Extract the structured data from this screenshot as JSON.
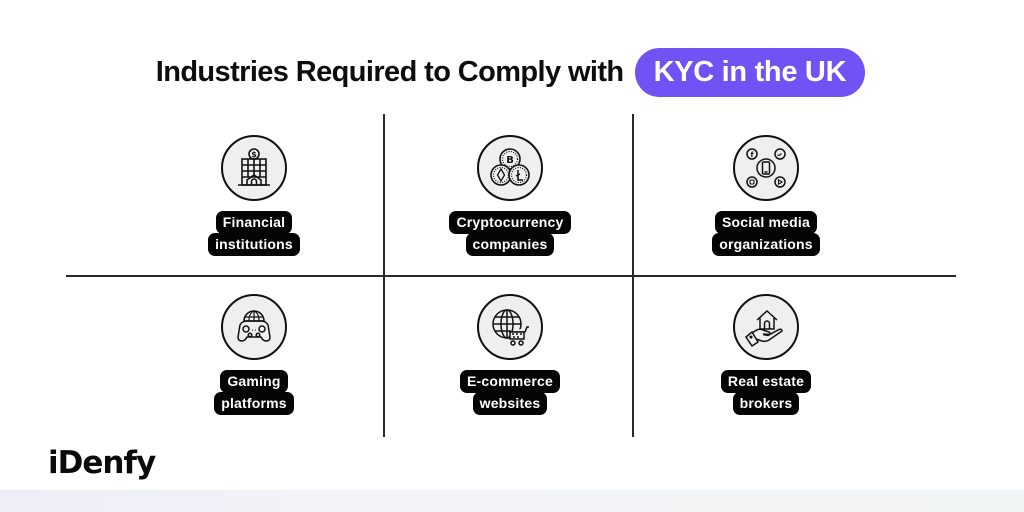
{
  "colors": {
    "accent": "#7152F5",
    "label_bg": "#050505",
    "icon_fill": "#EFEFEF"
  },
  "header": {
    "title": "Industries Required to Comply with",
    "highlight": "KYC in the UK"
  },
  "industries": [
    {
      "icon": "bank-building-icon",
      "lines": [
        "Financial",
        "institutions"
      ]
    },
    {
      "icon": "cryptocurrency-coins-icon",
      "lines": [
        "Cryptocurrency",
        "companies"
      ]
    },
    {
      "icon": "social-media-phone-icon",
      "lines": [
        "Social media",
        "organizations"
      ]
    },
    {
      "icon": "gaming-controller-globe-icon",
      "lines": [
        "Gaming",
        "platforms"
      ]
    },
    {
      "icon": "globe-shopping-cart-icon",
      "lines": [
        "E-commerce",
        "websites"
      ]
    },
    {
      "icon": "hand-house-icon",
      "lines": [
        "Real estate",
        "brokers"
      ]
    }
  ],
  "brand": {
    "logo_text": "iDenfy"
  }
}
